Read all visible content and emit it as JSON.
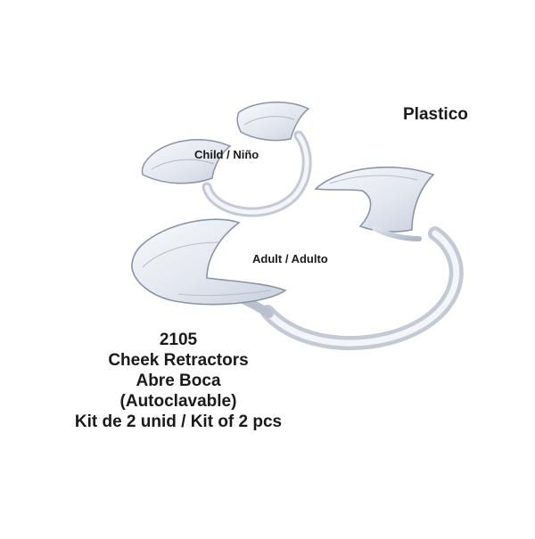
{
  "product": {
    "material": "Plastico",
    "child_label": "Child / Niño",
    "adult_label": "Adult / Adulto",
    "description_lines": [
      "2105",
      "Cheek Retractors",
      "Abre Boca",
      "(Autoclavable)",
      "Kit de 2 unid / Kit of 2 pcs"
    ]
  },
  "colors": {
    "background": "#ffffff",
    "text": "#1a1a1a",
    "plastic_edge": "#8a94a8",
    "plastic_fill": "#e9edf3"
  }
}
